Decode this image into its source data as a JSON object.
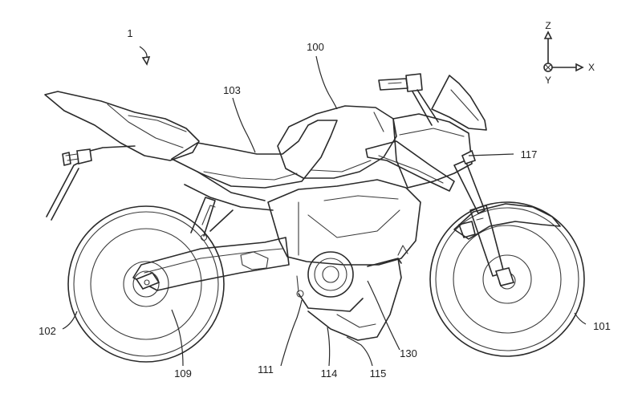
{
  "figure": {
    "figure_number": "1",
    "subject": "electric motorcycle",
    "line_color": "#2a2a2a",
    "background": "#ffffff"
  },
  "reference_numerals": {
    "motorcycle": "1",
    "body_frame": "100",
    "front_wheel": "101",
    "rear_wheel": "102",
    "seat": "103",
    "rear_wheel_hub": "109",
    "pivot": "111",
    "motor_housing": "114",
    "lower_cover": "115",
    "headlight": "117",
    "battery_case": "130"
  },
  "axes": {
    "z": "Z",
    "x": "X",
    "y": "Y"
  }
}
